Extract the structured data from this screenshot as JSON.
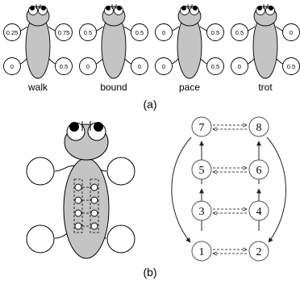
{
  "panel_a": {
    "caption": "(a)",
    "gaits": [
      {
        "name": "walk",
        "leg_values": {
          "front_left": "0.25",
          "front_right": "0.75",
          "hind_left": "0",
          "hind_right": "0.5"
        }
      },
      {
        "name": "bound",
        "leg_values": {
          "front_left": "0.5",
          "front_right": "0.5",
          "hind_left": "0",
          "hind_right": "0"
        }
      },
      {
        "name": "pace",
        "leg_values": {
          "front_left": "0",
          "front_right": "0.5",
          "hind_left": "0",
          "hind_right": "0.5"
        }
      },
      {
        "name": "trot",
        "leg_values": {
          "front_left": "0.5",
          "front_right": "0",
          "hind_left": "0",
          "hind_right": "0.5"
        }
      }
    ]
  },
  "panel_b": {
    "caption": "(b)",
    "nodes": [
      "1",
      "2",
      "3",
      "4",
      "5",
      "6",
      "7",
      "8"
    ]
  },
  "colors": {
    "body_fill": "#c4c4c4",
    "stroke": "#000000",
    "node_stroke": "#555555",
    "dashed_arrow": "#444444"
  }
}
